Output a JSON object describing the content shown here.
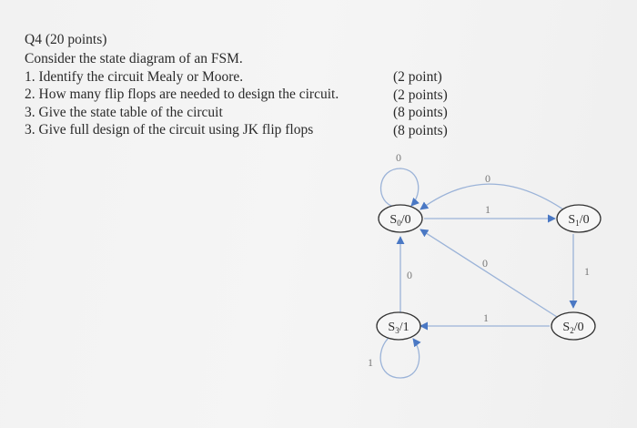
{
  "question": {
    "title": "Q4 (20 points)",
    "intro": "Consider the state diagram of an FSM.",
    "items": [
      "1. Identify the circuit Mealy or Moore.",
      "2. How many flip flops are needed to design the circuit.",
      "3. Give the state table of the circuit",
      "3. Give full design of the circuit using JK flip flops"
    ],
    "points": [
      "(2 point)",
      "(2 points)",
      "(8 points)",
      "(8 points)"
    ]
  },
  "diagram": {
    "states": {
      "s0": {
        "name": "S",
        "sub": "0",
        "output": "/0"
      },
      "s1": {
        "name": "S",
        "sub": "1",
        "output": "/0"
      },
      "s2": {
        "name": "S",
        "sub": "2",
        "output": "/0"
      },
      "s3": {
        "name": "S",
        "sub": "3",
        "output": "/1"
      }
    },
    "labels": {
      "s0_self": "0",
      "s1_to_s0": "0",
      "s0_to_s1": "1",
      "s2_to_s0": "0",
      "s1_to_s2": "1",
      "s3_to_s0": "0",
      "s2_to_s3": "1",
      "s3_self": "1"
    },
    "colors": {
      "arrow": "#4a78c4",
      "edge": "#9bb3d8",
      "state_border": "#333333"
    }
  }
}
